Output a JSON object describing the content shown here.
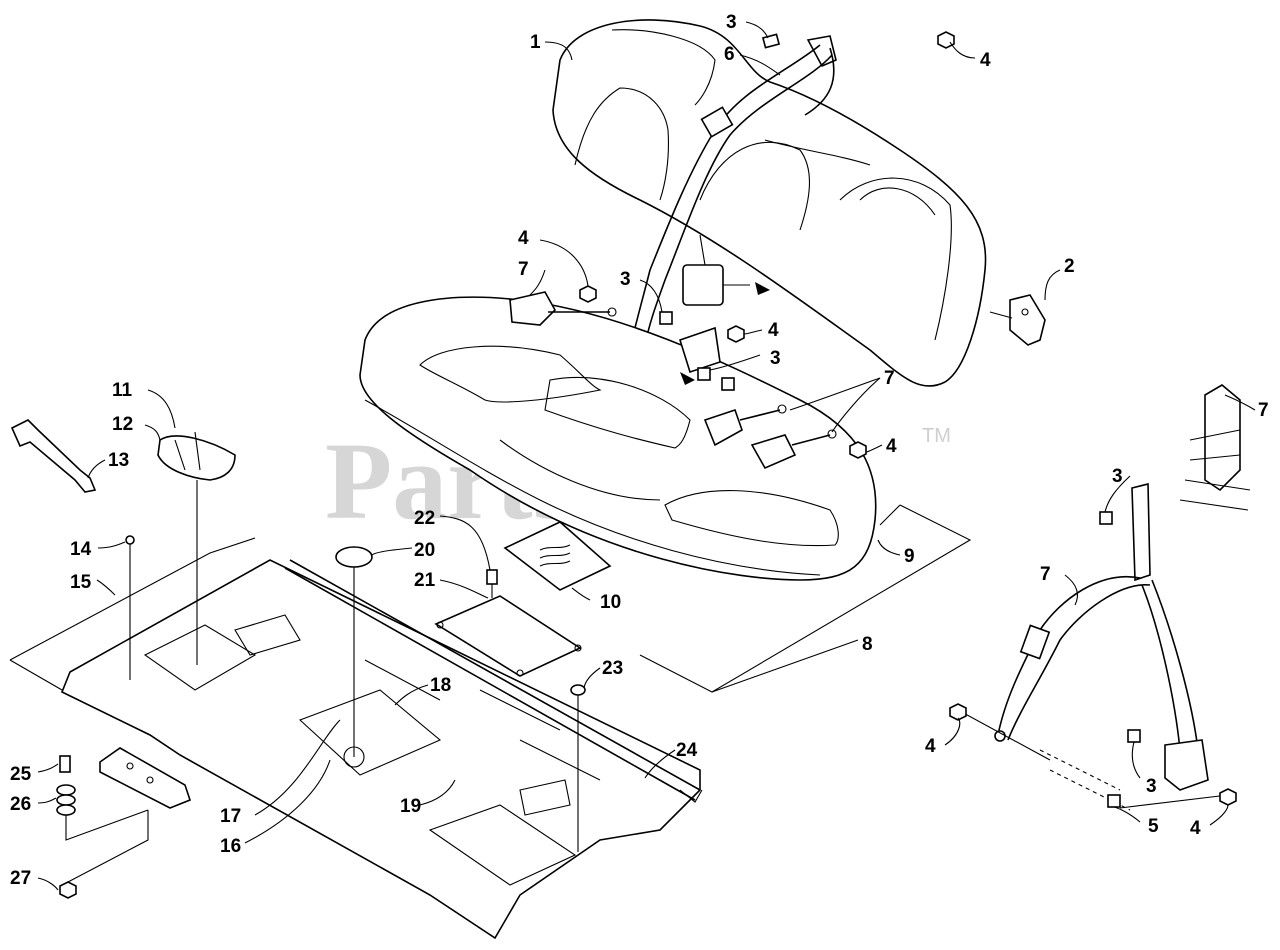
{
  "watermark": {
    "text": "PartsTree",
    "trademark": "TM"
  },
  "callouts": [
    {
      "id": "c1",
      "label": "1"
    },
    {
      "id": "c2",
      "label": "2"
    },
    {
      "id": "c3a",
      "label": "3"
    },
    {
      "id": "c3b",
      "label": "3"
    },
    {
      "id": "c3c",
      "label": "3"
    },
    {
      "id": "c3d",
      "label": "3"
    },
    {
      "id": "c3e",
      "label": "3"
    },
    {
      "id": "c4a",
      "label": "4"
    },
    {
      "id": "c4b",
      "label": "4"
    },
    {
      "id": "c4c",
      "label": "4"
    },
    {
      "id": "c4d",
      "label": "4"
    },
    {
      "id": "c4e",
      "label": "4"
    },
    {
      "id": "c4f",
      "label": "4"
    },
    {
      "id": "c5",
      "label": "5"
    },
    {
      "id": "c6",
      "label": "6"
    },
    {
      "id": "c7a",
      "label": "7"
    },
    {
      "id": "c7b",
      "label": "7"
    },
    {
      "id": "c7c",
      "label": "7"
    },
    {
      "id": "c7d",
      "label": "7"
    },
    {
      "id": "c8",
      "label": "8"
    },
    {
      "id": "c9",
      "label": "9"
    },
    {
      "id": "c10",
      "label": "10"
    },
    {
      "id": "c11",
      "label": "11"
    },
    {
      "id": "c12",
      "label": "12"
    },
    {
      "id": "c13",
      "label": "13"
    },
    {
      "id": "c14",
      "label": "14"
    },
    {
      "id": "c15",
      "label": "15"
    },
    {
      "id": "c16",
      "label": "16"
    },
    {
      "id": "c17",
      "label": "17"
    },
    {
      "id": "c18",
      "label": "18"
    },
    {
      "id": "c19",
      "label": "19"
    },
    {
      "id": "c20",
      "label": "20"
    },
    {
      "id": "c21",
      "label": "21"
    },
    {
      "id": "c22",
      "label": "22"
    },
    {
      "id": "c23",
      "label": "23"
    },
    {
      "id": "c24",
      "label": "24"
    },
    {
      "id": "c25",
      "label": "25"
    },
    {
      "id": "c26",
      "label": "26"
    },
    {
      "id": "c27",
      "label": "27"
    }
  ]
}
